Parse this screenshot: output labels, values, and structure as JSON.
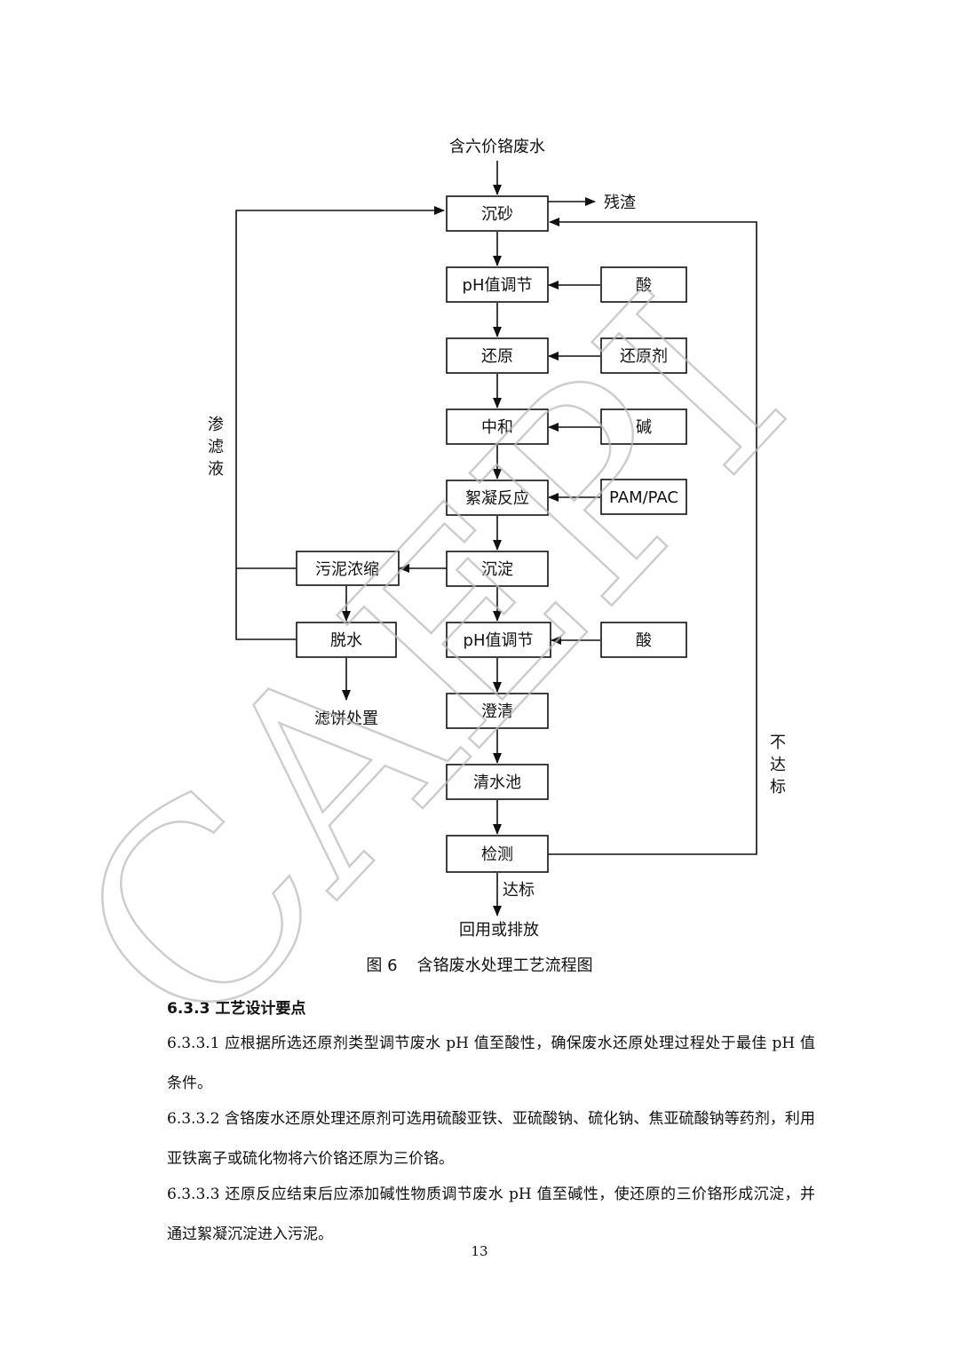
{
  "flowchart": {
    "source": "含六价铬废水",
    "residue": "残渣",
    "steps": {
      "grit": "沉砂",
      "ph1": "pH值调节",
      "reduce": "还原",
      "neutral": "中和",
      "floc": "絮凝反应",
      "settle": "沉淀",
      "ph2": "pH值调节",
      "clarify": "澄清",
      "clearpool": "清水池",
      "detect": "检测"
    },
    "reagents": {
      "acid1": "酸",
      "reductant": "还原剂",
      "alkali": "碱",
      "pampac": "PAM/PAC",
      "acid2": "酸"
    },
    "sludge": {
      "thicken": "污泥浓缩",
      "dewater": "脱水",
      "cake": "滤饼处置"
    },
    "filtrate": [
      "渗",
      "滤",
      "液"
    ],
    "fail": [
      "不",
      "达",
      "标"
    ],
    "pass": "达标",
    "reuse": "回用或排放"
  },
  "caption": {
    "number": "图 6",
    "title": "含铬废水处理工艺流程图"
  },
  "section": {
    "heading": "6.3.3 工艺设计要点"
  },
  "paragraphs": [
    "6.3.3.1 应根据所选还原剂类型调节废水 pH 值至酸性，确保废水还原处理过程处于最佳 pH 值条件。",
    "6.3.3.2 含铬废水还原处理还原剂可选用硫酸亚铁、亚硫酸钠、硫化钠、焦亚硫酸钠等药剂，利用亚铁离子或硫化物将六价铬还原为三价铬。",
    "6.3.3.3 还原反应结束后应添加碱性物质调节废水 pH 值至碱性，使还原的三价铬形成沉淀，并通过絮凝沉淀进入污泥。"
  ],
  "page_number": "13",
  "watermark": "CAEPI"
}
